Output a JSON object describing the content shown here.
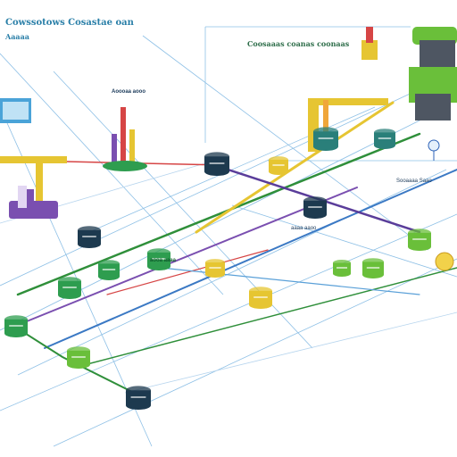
{
  "diagram": {
    "texts": {
      "title_left": "Cowssotows Cosastae oan",
      "title_left_small": "Aaaaa",
      "title_center": "Coosaaas coanas coonaas",
      "label_tower": "Aoooaa aooo",
      "label_node_a": "aooa aaaa",
      "label_node_b": "aaaa aaoo",
      "label_right_panel": "Sooaaaa Saao"
    },
    "colors": {
      "line_blue": "#5aa0d8",
      "line_green": "#2f8f3a",
      "line_purple": "#7a4fb0",
      "line_red": "#d64545",
      "node_dark": "#1d3a4f",
      "node_green": "#2e9d4f",
      "node_yellow": "#e6c532",
      "server_green": "#6abf3a",
      "server_dark": "#4e5662"
    },
    "icons": [
      "server-icon",
      "tower-icon",
      "location-pin-icon",
      "database-icon",
      "coin-icon",
      "chip-icon",
      "gateway-icon"
    ]
  }
}
